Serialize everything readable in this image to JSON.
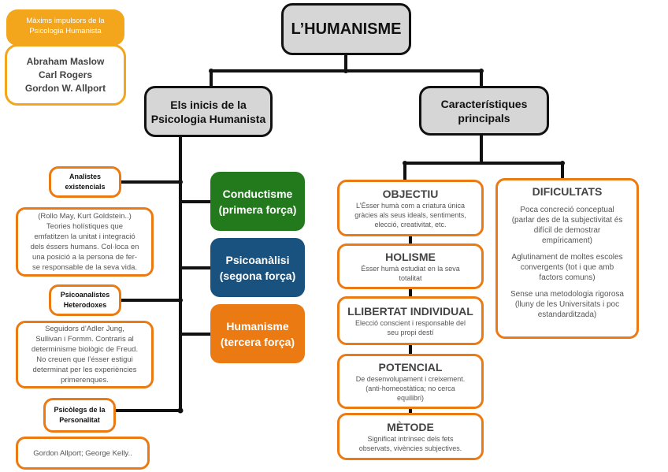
{
  "legend": {
    "title_lines": [
      "Màxims impulsors de la",
      "Psicologia Humanista"
    ],
    "names": [
      "Abraham Maslow",
      "Carl Rogers",
      "Gordon W. Allport"
    ],
    "accent_color": "#f3a51b"
  },
  "root": {
    "title": "L’HUMANISME"
  },
  "branches": {
    "inicis": {
      "title_lines": [
        "Els inicis de la",
        "Psicologia Humanista"
      ]
    },
    "caracteristiques": {
      "title_lines": [
        "Característiques",
        "principals"
      ]
    }
  },
  "inicis_groups": [
    {
      "label_lines": [
        "Analistes",
        "existencials"
      ],
      "description_lines": [
        "(Rollo May, Kurt Goldstein..)",
        "Teories holístiques que",
        "emfatitzen la unitat i integració",
        "dels éssers humans. Col·loca en",
        "una posició a la persona de fer-",
        "se responsable de la seva vida."
      ]
    },
    {
      "label_lines": [
        "Psicoanalistes",
        "Heterodoxes"
      ],
      "description_lines": [
        "Seguidors d’Adler Jung,",
        "Sullivan i Formm. Contraris al",
        "determinisme biològic de Freud.",
        "No creuen que l’ésser estigui",
        "determinat per les experiències",
        "primerenques."
      ]
    },
    {
      "label_lines": [
        "Psicòlegs de la",
        "Personalitat"
      ],
      "description_lines": [
        "Gordon Allport; George Kelly.."
      ]
    }
  ],
  "forces": [
    {
      "lines": [
        "Conductisme",
        "(primera força)"
      ],
      "color": "#237a1d"
    },
    {
      "lines": [
        "Psicoanàlisi",
        "(segona força)"
      ],
      "color": "#19527f"
    },
    {
      "lines": [
        "Humanisme",
        "(tercera força)"
      ],
      "color": "#ec7a12"
    }
  ],
  "characteristics": [
    {
      "title": "OBJECTIU",
      "lines": [
        "L’Ésser humà com a criatura única",
        "gràcies als seus ideals, sentiments,",
        "elecció, creativitat, etc."
      ]
    },
    {
      "title": "HOLISME",
      "lines": [
        "Ésser humà estudiat en la seva",
        "totalitat"
      ]
    },
    {
      "title": "LLIBERTAT INDIVIDUAL",
      "lines": [
        "Elecció conscient i responsable del",
        "seu propi destí"
      ]
    },
    {
      "title": "POTENCIAL",
      "lines": [
        "De desenvolupament i creixement.",
        "(anti-homeostàtica; no cerca",
        "equilibri)"
      ]
    },
    {
      "title": "MÈTODE",
      "lines": [
        "Significat intrínsec dels fets",
        "observats, vivències subjectives."
      ]
    }
  ],
  "difficulties": {
    "title": "DIFICULTATS",
    "paragraphs": [
      [
        "Poca concreció conceptual",
        "(parlar des de la subjectivitat és",
        "difícil de demostrar",
        "empíricament)"
      ],
      [
        "Aglutinament de moltes escoles",
        "convergents (tot i que amb",
        "factors comuns)"
      ],
      [
        "Sense una metodologia rigorosa",
        "(lluny de les Universitats i poc",
        "estandarditzada)"
      ]
    ]
  },
  "colors": {
    "line": "#111111",
    "node_gray": "#d6d6d6",
    "orange_border": "#ec7a12"
  }
}
